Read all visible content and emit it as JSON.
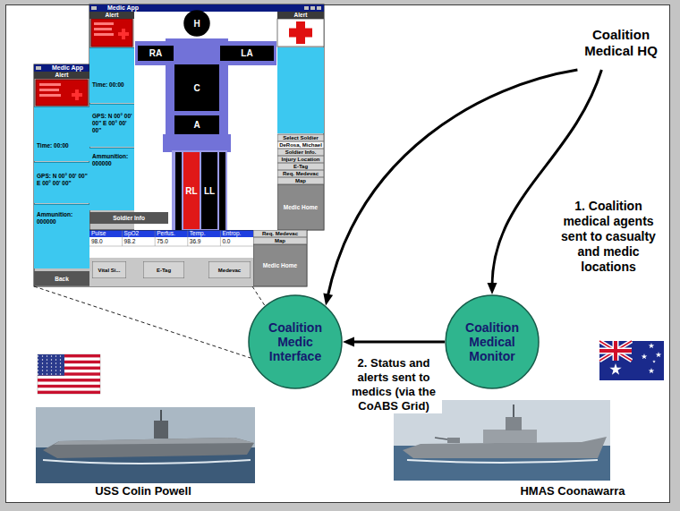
{
  "diagram": {
    "nodes": [
      {
        "text": [
          "Medic App"
        ]
      },
      {
        "text": [
          "Alert"
        ],
        "in": 0
      },
      {
        "text": [
          "Time: 00:00"
        ],
        "in": 0
      },
      {
        "text": [
          "GPS: N 00° 00' 00\" E 00° 00' 00\""
        ],
        "in": 0
      },
      {
        "text": [
          "Ammunition: 000000"
        ],
        "in": 0
      },
      {
        "text": [
          "Soldier Info"
        ],
        "in": 0
      },
      {
        "text": [
          "H"
        ],
        "in": 0
      },
      {
        "text": [
          "RA"
        ],
        "in": 0
      },
      {
        "text": [
          "C"
        ],
        "in": 0
      },
      {
        "text": [
          "LA"
        ],
        "in": 0
      },
      {
        "text": [
          "A"
        ],
        "in": 0
      },
      {
        "text": [
          "RL"
        ],
        "in": 0
      },
      {
        "text": [
          "LL"
        ],
        "in": 0
      },
      {
        "text": [
          "Alert"
        ],
        "in": 0
      },
      {
        "text": [
          "Select Soldier"
        ],
        "in": 0
      },
      {
        "text": [
          "DeRosa, Michael"
        ],
        "in": 0
      },
      {
        "text": [
          "Soldier Info."
        ],
        "in": 0
      },
      {
        "text": [
          "Injury Location"
        ],
        "in": 0
      },
      {
        "text": [
          "E-Tag"
        ],
        "in": 0
      },
      {
        "text": [
          "Req. Medevac"
        ],
        "in": 0
      },
      {
        "text": [
          "Map"
        ],
        "in": 0
      },
      {
        "text": [
          "Medic Home"
        ],
        "in": 0
      },
      {
        "text": [
          "Medic App"
        ]
      },
      {
        "text": [
          "Alert"
        ],
        "in": 22
      },
      {
        "text": [
          "Time: 00:00"
        ],
        "in": 22
      },
      {
        "text": [
          "GPS: N 00° 00' 00\" E 00° 00' 00\""
        ],
        "in": 22
      },
      {
        "text": [
          "Ammunition: 000000"
        ],
        "in": 22
      },
      {
        "text": [
          "Back"
        ],
        "in": 22
      },
      {
        "text": [
          "Vital Si..."
        ],
        "in": 22
      },
      {
        "text": [
          "E-Tag"
        ],
        "in": 22
      },
      {
        "text": [
          "Medevac"
        ],
        "in": 22
      },
      {
        "text": [
          "Req. Medevac"
        ],
        "in": 22
      },
      {
        "text": [
          "Map"
        ],
        "in": 22
      },
      {
        "text": [
          "Medic Home"
        ],
        "in": 22
      },
      {
        "text": [
          "Coalition Medical HQ"
        ]
      },
      {
        "text": [
          "Coalition Medic Interface"
        ]
      },
      {
        "text": [
          "Coalition Medical Monitor"
        ]
      }
    ],
    "edges": [
      {
        "from": 34,
        "to": 36,
        "arrow": "to",
        "label": "1. Coalition medical agents sent to casualty and medic locations"
      },
      {
        "from": 34,
        "to": 35,
        "arrow": "to"
      },
      {
        "from": 36,
        "to": 35,
        "arrow": "to",
        "label": "2. Status and alerts sent to medics (via the CoABS Grid)"
      },
      {
        "from": 22,
        "to": 35,
        "arrow": "none"
      },
      {
        "from": 22,
        "to": 35,
        "arrow": "none"
      }
    ],
    "labels": [
      "Pulse",
      "SpO2",
      "Perfus.",
      "Temp.",
      "Entrop.",
      "98.0",
      "98.2",
      "75.0",
      "36.9",
      "0.0",
      "USS Colin Powell",
      "HMAS Coonawarra"
    ]
  }
}
